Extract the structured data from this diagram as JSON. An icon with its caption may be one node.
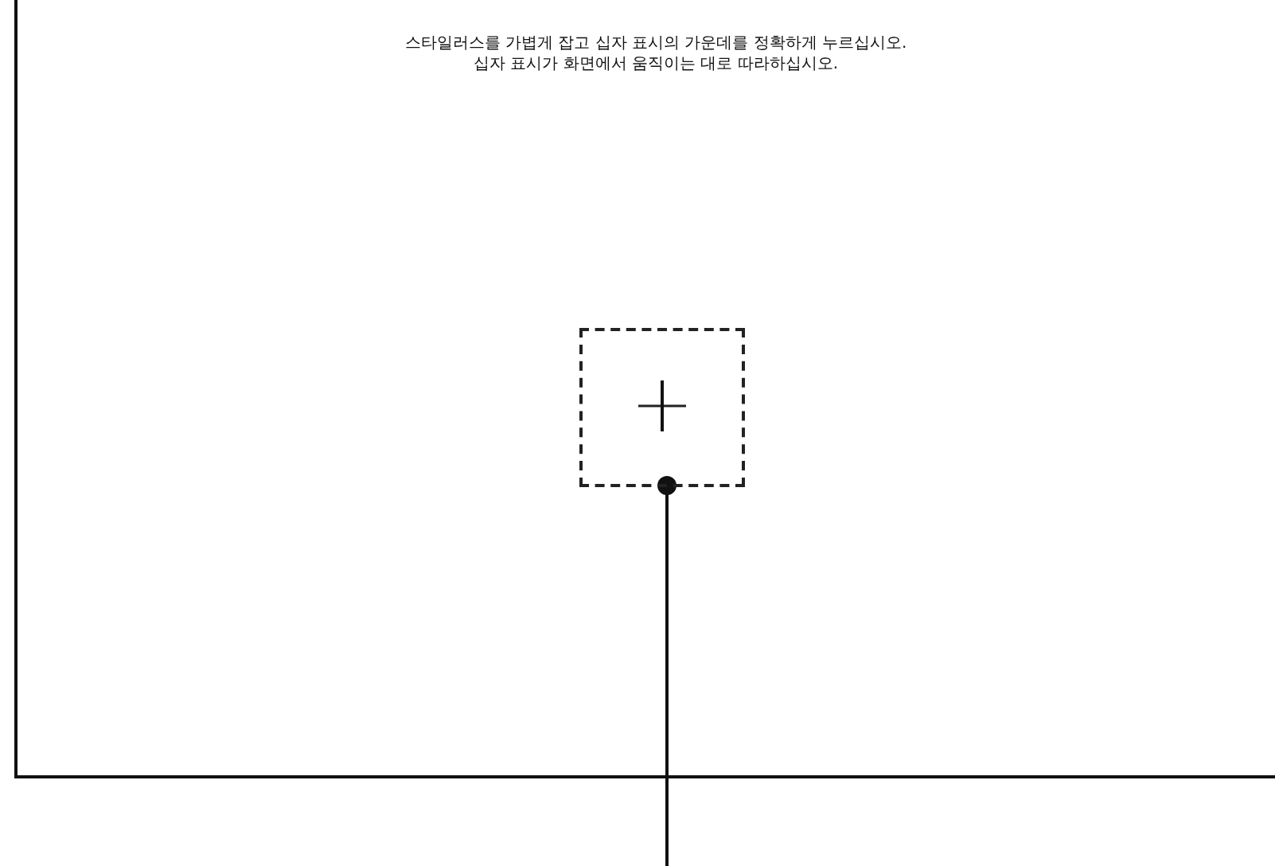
{
  "diagram": {
    "nodes": [
      {
        "text": [
          "스타일러스를 가볍게 잡고 십자 표시의 가운데를 정확하게 누르십시오. 십자 표시가 화면에서 움직이는 대로 따라하십시오."
        ]
      },
      {
        "text": [],
        "shape": "box",
        "in": 0
      }
    ],
    "edges": [
      {
        "from": null,
        "to": 1,
        "arrow": "other"
      }
    ]
  }
}
